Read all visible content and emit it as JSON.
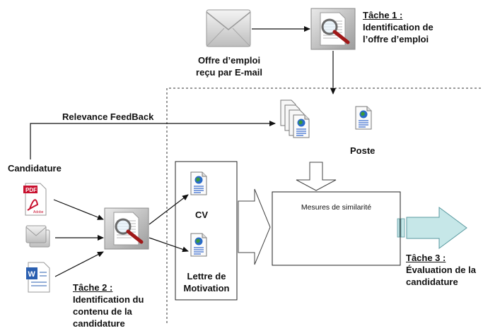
{
  "email_caption": [
    "Offre d’emploi",
    "reçu par E-mail"
  ],
  "task1": {
    "title": "Tâche 1 :",
    "lines": [
      "Identification de",
      "l’offre d’emploi"
    ]
  },
  "feedback_label": "Relevance FeedBack",
  "poste_label": "Poste",
  "candidature_label": "Candidature",
  "pdf_icon_text": {
    "pdf": "PDF",
    "adobe": "Adobe"
  },
  "cv_label": "CV",
  "lettre_label": [
    "Lettre de",
    "Motivation"
  ],
  "similarity_label": "Mesures de similarité",
  "task2": {
    "title": "Tâche 2 :",
    "lines": [
      "Identification du",
      "contenu de la",
      "candidature"
    ]
  },
  "task3": {
    "title": "Tâche 3 :",
    "lines": [
      "Évaluation de la",
      "candidature"
    ]
  },
  "colors": {
    "arrow": "#111111",
    "fat_arrow_fill": "#c6e7e8",
    "fat_arrow_stroke": "#5a9aa0",
    "pdf_red": "#c8102e",
    "word_blue": "#2a5fb0",
    "globe_green": "#3a9a3a",
    "globe_blue": "#2a6bc8"
  }
}
